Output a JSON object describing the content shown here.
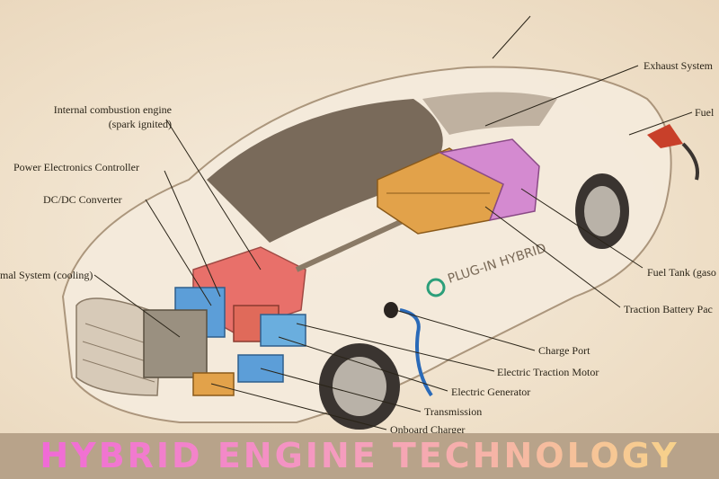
{
  "labels": {
    "exhaust": "Exhaust System",
    "fuel": "Fuel",
    "ice_line1": "Internal combustion engine",
    "ice_line2": "(spark ignited)",
    "pec": "Power Electronics Controller",
    "dcdc": "DC/DC Converter",
    "thermal": "mal System (cooling)",
    "fuel_tank": "Fuel Tank (gaso",
    "traction_battery": "Traction Battery Pac",
    "charge_port": "Charge Port",
    "traction_motor": "Electric Traction Motor",
    "generator": "Electric Generator",
    "transmission": "Transmission",
    "onboard_charger": "Onboard Charger"
  },
  "car_badge": "PLUG-IN HYBRID",
  "banner": {
    "title": "HYBRID ENGINE TECHNOLOGY"
  },
  "colors": {
    "battery": "#e2a24a",
    "fuel_tank": "#d48ad0",
    "engine": "#e8706a",
    "electronics": "#5c9ed8",
    "banner_bg": "#b8a38a"
  }
}
